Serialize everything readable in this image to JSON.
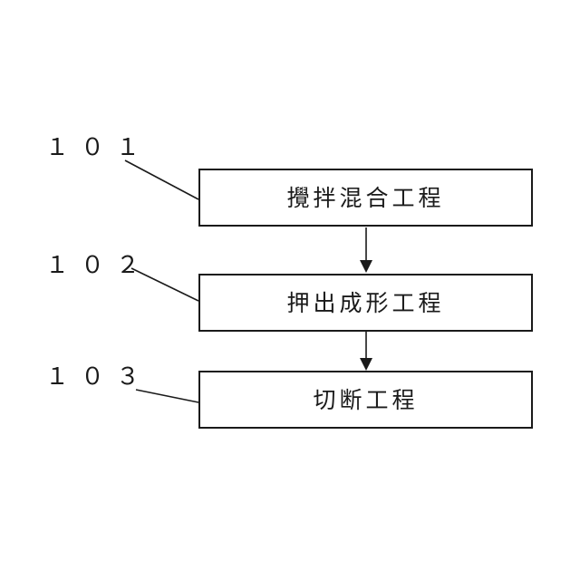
{
  "steps": [
    {
      "ref": "１０１",
      "label": "攪拌混合工程"
    },
    {
      "ref": "１０２",
      "label": "押出成形工程"
    },
    {
      "ref": "１０３",
      "label": "切断工程"
    }
  ],
  "colors": {
    "line": "#1a1a1a",
    "background": "#ffffff"
  }
}
